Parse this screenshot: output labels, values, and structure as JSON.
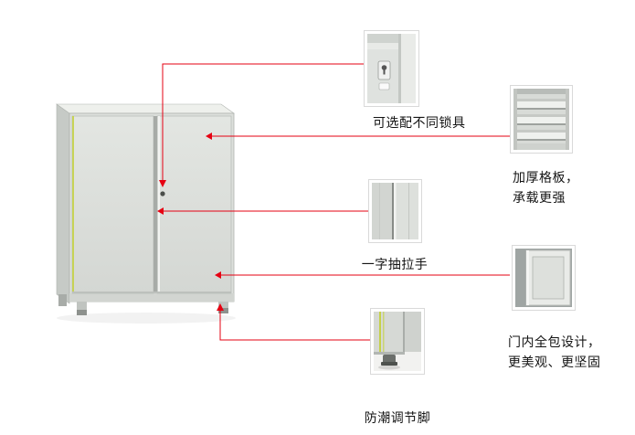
{
  "page": {
    "background": "#ffffff"
  },
  "colors": {
    "accent_red": "#e60012",
    "accent_green": "#c5d148",
    "cabinet_body": "#dcdfdb"
  },
  "icons": {
    "leader_arrow": "red-triangle-arrowhead"
  },
  "callouts": {
    "lock": {
      "label": "可选配不同锁具"
    },
    "shelf": {
      "line1": "加厚格板，",
      "line2": "承载更强"
    },
    "handle": {
      "label": "一字抽拉手"
    },
    "door": {
      "line1": "门内全包设计，",
      "line2": "更美观、更坚固"
    },
    "feet": {
      "label": "防潮调节脚"
    }
  }
}
